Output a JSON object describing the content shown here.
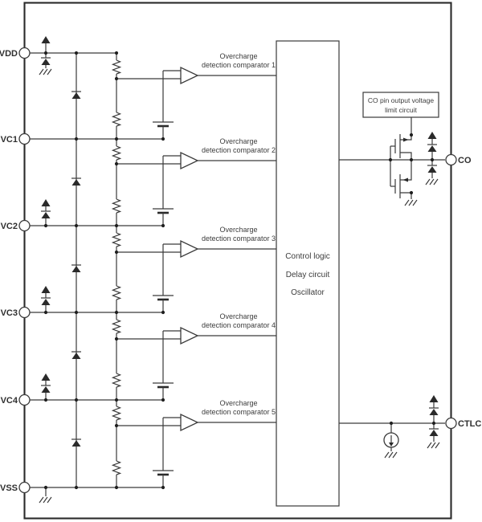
{
  "pins": {
    "left": [
      {
        "label": "VDD"
      },
      {
        "label": "VC1"
      },
      {
        "label": "VC2"
      },
      {
        "label": "VC3"
      },
      {
        "label": "VC4"
      },
      {
        "label": "VSS"
      }
    ],
    "right": [
      {
        "label": "CO"
      },
      {
        "label": "CTLC"
      }
    ]
  },
  "comparators": [
    {
      "line1": "Overcharge",
      "line2": "detection comparator 1"
    },
    {
      "line1": "Overcharge",
      "line2": "detection comparator 2"
    },
    {
      "line1": "Overcharge",
      "line2": "detection comparator 3"
    },
    {
      "line1": "Overcharge",
      "line2": "detection comparator 4"
    },
    {
      "line1": "Overcharge",
      "line2": "detection comparator 5"
    }
  ],
  "control_block": {
    "line1": "Control logic",
    "line2": "Delay circuit",
    "line3": "Oscillator"
  },
  "limit_box": {
    "line1": "CO pin output voltage",
    "line2": "limit circuit"
  },
  "colors": {
    "stroke": "#3a3a3a",
    "background": "#ffffff"
  }
}
